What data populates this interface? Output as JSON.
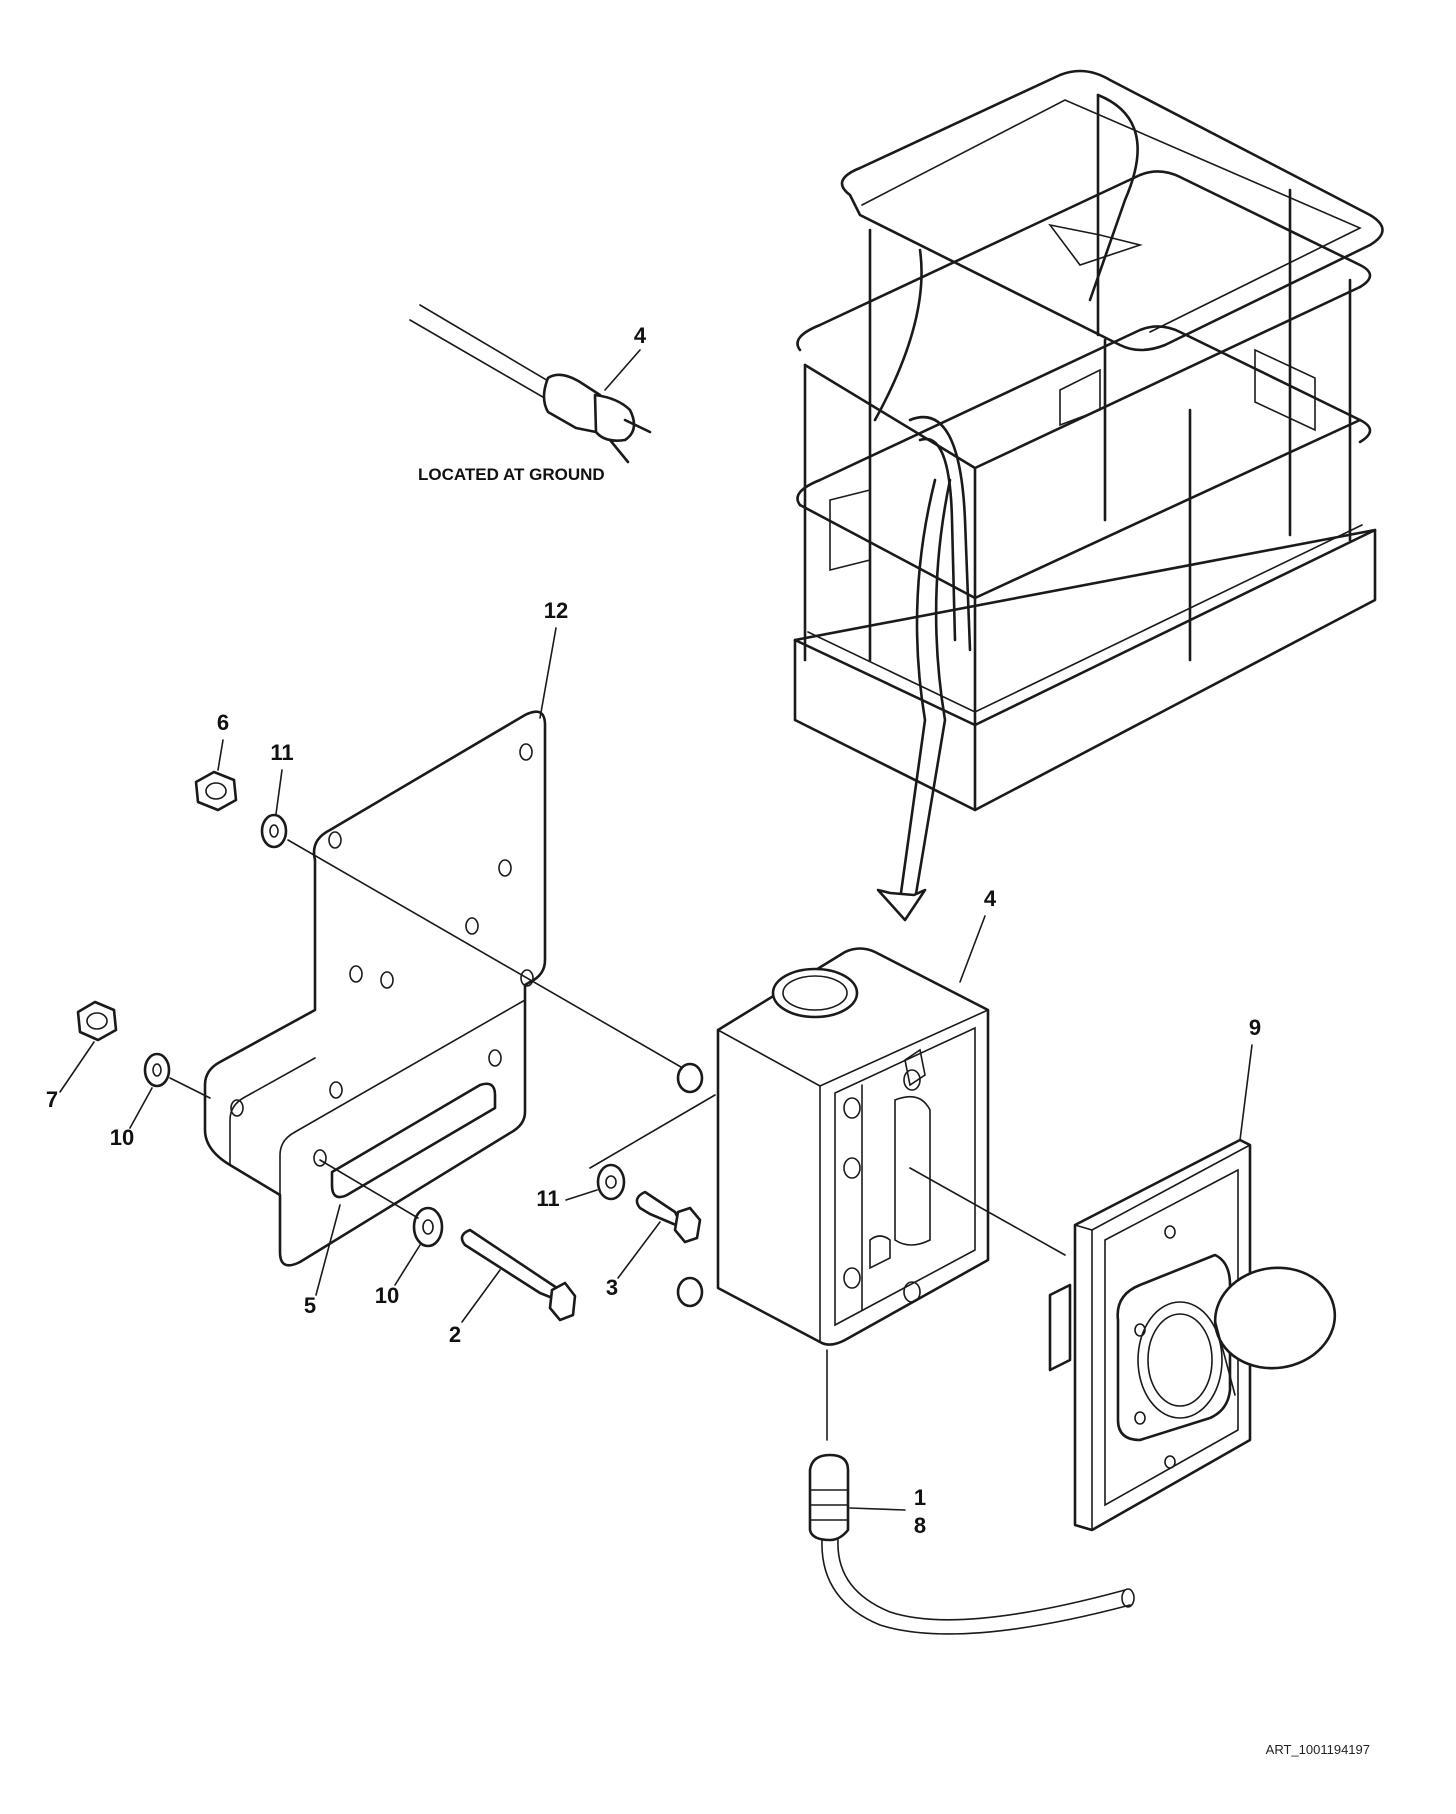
{
  "labels": {
    "plug_callout": "4",
    "ground_note": "LOCATED AT GROUND",
    "plate": "12",
    "nut_top": "6",
    "washer_top": "11",
    "nut_left": "7",
    "washer_left": "10",
    "box": "4",
    "receptacle": "9",
    "washer_mid": "11",
    "screw_short": "3",
    "washer_low": "10",
    "spacer": "5",
    "bolt_long": "2",
    "connector_a": "1",
    "connector_b": "8"
  },
  "art_id": "ART_1001194197"
}
